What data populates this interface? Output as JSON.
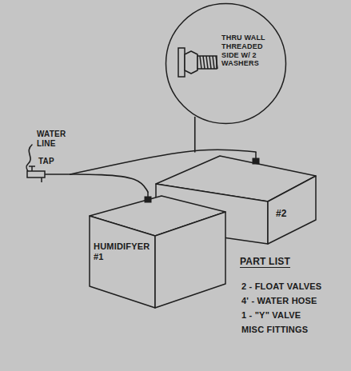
{
  "diagram": {
    "nodes": [
      {
        "text": [
          "THRU WALL THREADED SIDE W/ 2 WASHERS"
        ]
      },
      {
        "text": [
          "TAP"
        ]
      },
      {
        "text": [
          "#2"
        ]
      },
      {
        "text": [
          "HUMIDIFYER #1"
        ]
      }
    ],
    "edges": [
      {
        "from": 0,
        "to": 2,
        "arrow": "none"
      },
      {
        "from": 1,
        "to": 3,
        "arrow": "none"
      },
      {
        "from": 1,
        "to": 2,
        "arrow": "none"
      }
    ],
    "labels": [
      "WATER LINE",
      "PART LIST",
      "2 - FLOAT VALVES",
      "4' - WATER HOSE",
      "1 - \"Y\" VALVE",
      "MISC FITTINGS"
    ]
  }
}
